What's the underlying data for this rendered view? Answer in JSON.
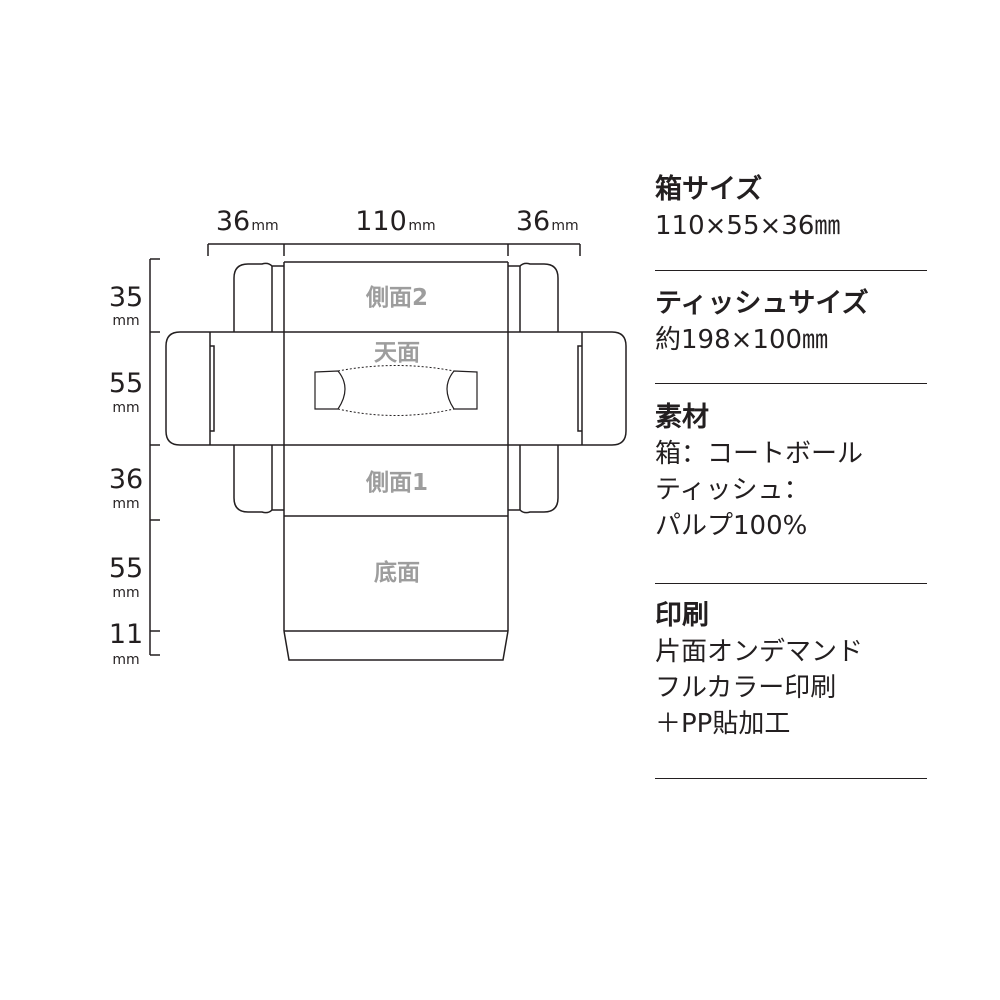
{
  "dimensions": {
    "top": [
      {
        "value": "36",
        "unit": "mm"
      },
      {
        "value": "110",
        "unit": "mm"
      },
      {
        "value": "36",
        "unit": "mm"
      }
    ],
    "left": [
      {
        "value": "35",
        "unit": "mm"
      },
      {
        "value": "55",
        "unit": "mm"
      },
      {
        "value": "36",
        "unit": "mm"
      },
      {
        "value": "55",
        "unit": "mm"
      },
      {
        "value": "11",
        "unit": "mm"
      }
    ]
  },
  "panels": {
    "side2": "側面2",
    "top": "天面",
    "side1": "側面1",
    "bottom": "底面"
  },
  "specs": {
    "box_size": {
      "title": "箱サイズ",
      "value": "110×55×36㎜"
    },
    "tissue_size": {
      "title": "ティッシュサイズ",
      "value": "約198×100㎜"
    },
    "material": {
      "title": "素材",
      "lines": [
        "箱：コートボール",
        "ティッシュ：",
        "パルプ100%"
      ]
    },
    "printing": {
      "title": "印刷",
      "lines": [
        "片面オンデマンド",
        "フルカラー印刷",
        "＋PP貼加工"
      ]
    }
  }
}
